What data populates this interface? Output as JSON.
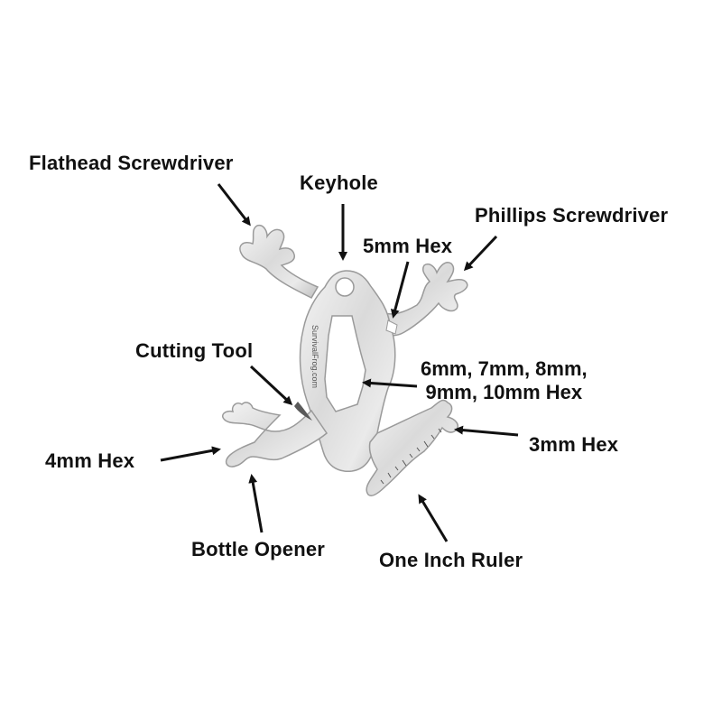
{
  "colors": {
    "background": "#ffffff",
    "text": "#111111",
    "steel_light": "#f1f1f1",
    "steel_dark": "#bdbdbd",
    "steel_edge": "#9a9a9a"
  },
  "frog_engraving": "SurvivalFrog.com",
  "labels": {
    "flathead": "Flathead Screwdriver",
    "keyhole": "Keyhole",
    "phillips": "Phillips Screwdriver",
    "hex5": "5mm Hex",
    "cutting": "Cutting Tool",
    "hex_multi_line1": "6mm, 7mm, 8mm,",
    "hex_multi_line2": "9mm, 10mm Hex",
    "hex3": "3mm Hex",
    "hex4": "4mm Hex",
    "bottle": "Bottle Opener",
    "ruler": "One Inch Ruler"
  }
}
